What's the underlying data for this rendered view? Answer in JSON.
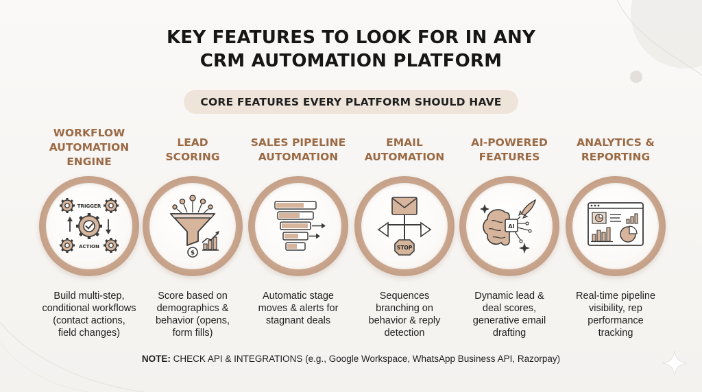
{
  "title": {
    "line1": "KEY FEATURES TO LOOK FOR IN ANY",
    "line2": "CRM AUTOMATION PLATFORM"
  },
  "subtitle": "CORE FEATURES EVERY PLATFORM SHOULD HAVE",
  "features": [
    {
      "heading": [
        "WORKFLOW",
        "AUTOMATION",
        "ENGINE"
      ],
      "icon": "gears-icon",
      "icon_labels": {
        "top": "TRIGGER",
        "bottom": "ACTION"
      },
      "desc": [
        "Build multi-step,",
        "conditional workflows",
        "(contact actions,",
        "field changes)"
      ]
    },
    {
      "heading": [
        "LEAD",
        "SCORING"
      ],
      "icon": "funnel-icon",
      "icon_labels": {
        "coin": "$"
      },
      "desc": [
        "Score based on",
        "demographics &",
        "behavior (opens,",
        "form fills)"
      ]
    },
    {
      "heading": [
        "SALES PIPELINE",
        "AUTOMATION"
      ],
      "icon": "pipeline-icon",
      "desc": [
        "Automatic stage",
        "moves & alerts for",
        "stagnant deals"
      ]
    },
    {
      "heading": [
        "EMAIL",
        "AUTOMATION"
      ],
      "icon": "email-branch-icon",
      "icon_labels": {
        "stop": "STOP"
      },
      "desc": [
        "Sequences",
        "branching on",
        "behavior & reply",
        "detection"
      ]
    },
    {
      "heading": [
        "AI-POWERED",
        "FEATURES"
      ],
      "icon": "ai-brain-icon",
      "icon_labels": {
        "chip": "AI"
      },
      "desc": [
        "Dynamic lead &",
        "deal scores,",
        "generative email",
        "drafting"
      ]
    },
    {
      "heading": [
        "ANALYTICS &",
        "REPORTING"
      ],
      "icon": "dashboard-icon",
      "desc": [
        "Real-time pipeline",
        "visibility, rep",
        "performance",
        "tracking"
      ]
    }
  ],
  "note": {
    "label": "NOTE:",
    "text": " CHECK API & INTEGRATIONS (e.g., Google Workspace, WhatsApp Business API, Razorpay)"
  },
  "colors": {
    "accent": "#9a6a45",
    "ring": "#c9a68e",
    "icon_fill": "#d6b59c",
    "icon_stroke": "#3a3a3a",
    "pill": "#efe4d9"
  }
}
